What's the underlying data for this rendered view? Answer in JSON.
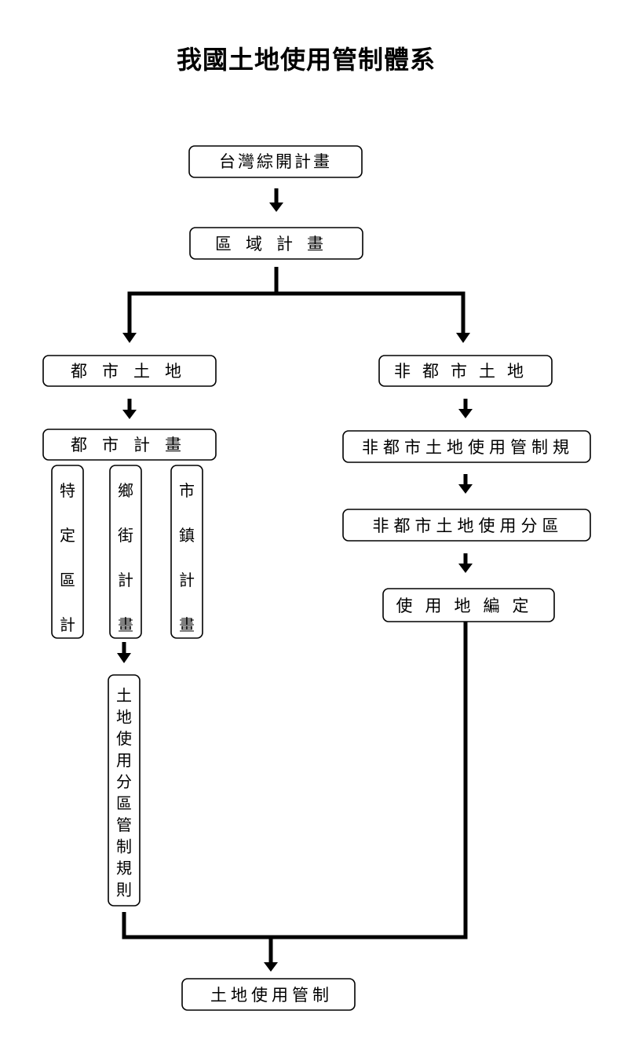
{
  "title": "我國土地使用管制體系",
  "nodes": {
    "taiwan_plan": "台灣綜開計畫",
    "regional_plan": "區域計畫",
    "urban_land": "都市土地",
    "non_urban_land": "非都市土地",
    "urban_plan": "都市計畫",
    "non_urban_rules": "非都市土地使用管制規",
    "non_urban_zoning": "非都市土地使用分區",
    "land_use_designation": "使用地編定",
    "special_district_plan": "特定區計",
    "township_plan": "鄉街計畫",
    "town_plan": "市鎮計畫",
    "zoning_control_rules": "土地使用分區管制規則",
    "land_use_control": "土地使用管制"
  },
  "colors": {
    "line": "#000000",
    "box_fill": "#ffffff",
    "text": "#000000"
  }
}
